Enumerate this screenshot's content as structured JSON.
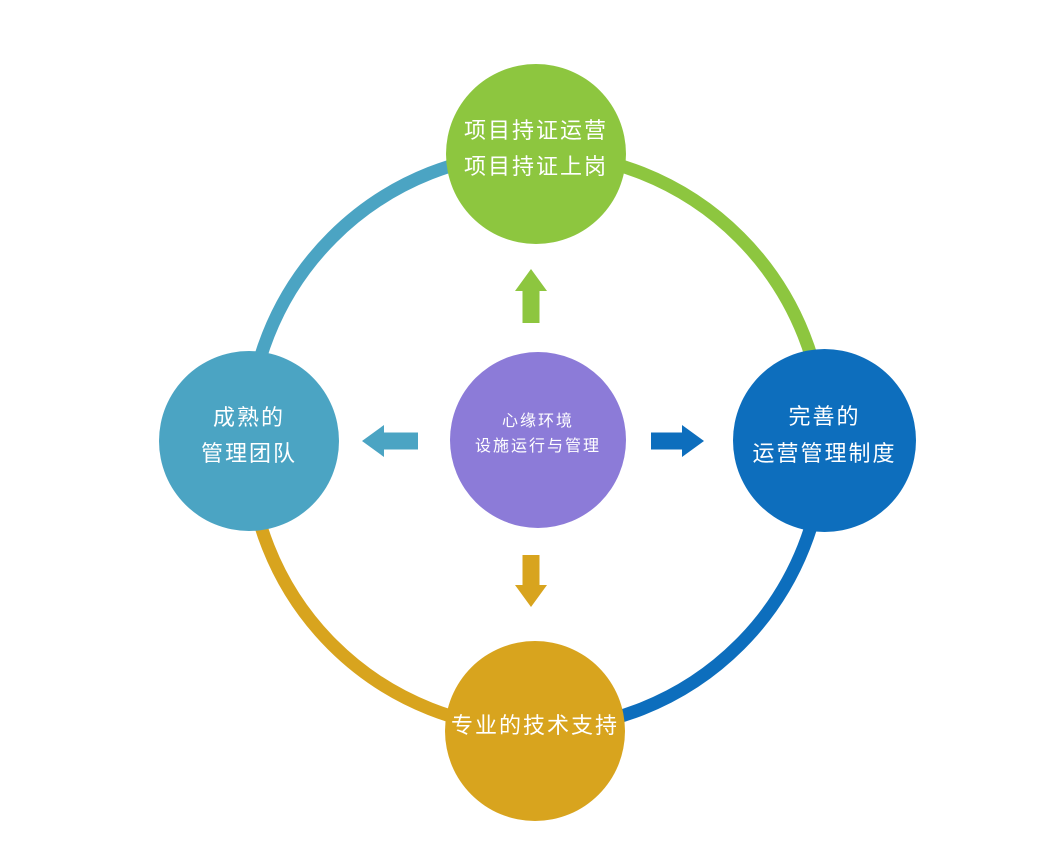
{
  "colors": {
    "green": "#8dc63f",
    "teal": "#4ba4c3",
    "blue": "#0d6ebd",
    "gold": "#d8a41e",
    "purple": "#8c7bd8",
    "text": "#ffffff",
    "background": "#ffffff"
  },
  "diagram": {
    "center_node": {
      "line1": "心缘环境",
      "line2": "设施运行与管理"
    },
    "nodes": {
      "top": {
        "line1": "项目持证运营",
        "line2": "项目持证上岗"
      },
      "left": {
        "line1": "成熟的",
        "line2": "管理团队"
      },
      "right": {
        "line1": "完善的",
        "line2": "运营管理制度"
      },
      "bottom": {
        "line1": "专业的技术支持"
      }
    }
  }
}
